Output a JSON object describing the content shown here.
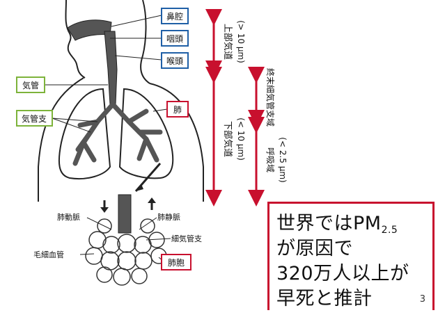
{
  "labels": {
    "nasal_cavity": "鼻腔",
    "pharynx": "咽頭",
    "larynx": "喉頭",
    "trachea": "気管",
    "bronchi": "気管支",
    "lung": "肺",
    "pulmonary_artery": "肺動脈",
    "pulmonary_vein": "肺静脈",
    "bronchiole": "細気管支",
    "capillary": "毛細血管",
    "alveoli": "肺胞"
  },
  "regions": {
    "upper_airway": "上部気道",
    "upper_size": "(> 10 µm)",
    "lower_airway": "下部気道",
    "lower_size": "(< 10 µm)",
    "terminal_bronchiole": "終末細気管支域",
    "respiratory": "呼吸域",
    "respiratory_size": "(< 2.5 µm)"
  },
  "callout": {
    "line1_prefix": "世界ではPM",
    "line1_sub": "2.5",
    "line2": "が原因で",
    "line3": "320万人以上が",
    "line4": "早死と推計"
  },
  "page_number": "3",
  "colors": {
    "blue_box": "#1f5fa6",
    "green_box": "#7db33a",
    "red_box": "#c8102e",
    "arrow": "#c8102e",
    "airway": "#555555"
  }
}
